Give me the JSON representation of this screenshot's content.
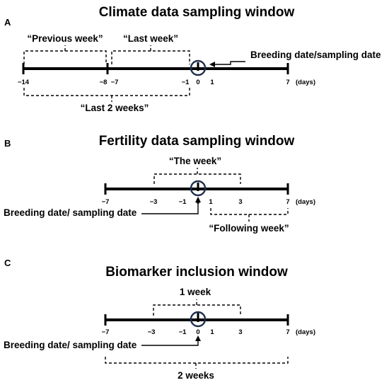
{
  "panels": [
    {
      "id": "A",
      "title": "Climate data sampling window",
      "ticks": [
        {
          "value": -14,
          "label": "−14"
        },
        {
          "value": -8,
          "label": "−8"
        },
        {
          "value": -7,
          "label": "−7"
        },
        {
          "value": -1,
          "label": "−1"
        },
        {
          "value": 0,
          "label": "0"
        },
        {
          "value": 1,
          "label": "1"
        },
        {
          "value": 7,
          "label": "7"
        }
      ],
      "unit": "(days)",
      "marker_label": "Breeding date/sampling date",
      "windows": [
        {
          "label": "“Previous week”",
          "from": -14,
          "to": -8,
          "side": "above"
        },
        {
          "label": "“Last week”",
          "from": -7,
          "to": -1,
          "side": "above"
        },
        {
          "label": "“Last 2 weeks”",
          "from": -14,
          "to": -1,
          "side": "below"
        }
      ]
    },
    {
      "id": "B",
      "title": "Fertility data sampling window",
      "ticks": [
        {
          "value": -7,
          "label": "−7"
        },
        {
          "value": -3,
          "label": "−3"
        },
        {
          "value": -1,
          "label": "−1"
        },
        {
          "value": 0,
          "label": "0"
        },
        {
          "value": 1,
          "label": "1"
        },
        {
          "value": 3,
          "label": "3"
        },
        {
          "value": 7,
          "label": "7"
        }
      ],
      "unit": "(days)",
      "marker_label": "Breeding date/ sampling date",
      "windows": [
        {
          "label": "“The week”",
          "from": -3,
          "to": 3,
          "side": "above"
        },
        {
          "label": "“Following week”",
          "from": 1,
          "to": 7,
          "side": "below"
        }
      ]
    },
    {
      "id": "C",
      "title": "Biomarker inclusion window",
      "ticks": [
        {
          "value": -7,
          "label": "−7"
        },
        {
          "value": -3,
          "label": "−3"
        },
        {
          "value": -1,
          "label": "−1"
        },
        {
          "value": 0,
          "label": "0"
        },
        {
          "value": 1,
          "label": "1"
        },
        {
          "value": 3,
          "label": "3"
        },
        {
          "value": 7,
          "label": "7"
        }
      ],
      "unit": "(days)",
      "marker_label": "Breeding date/ sampling date",
      "windows": [
        {
          "label": "1 week",
          "from": -3,
          "to": 3,
          "side": "above"
        },
        {
          "label": "2 weeks",
          "from": -7,
          "to": 7,
          "side": "below"
        }
      ]
    }
  ]
}
